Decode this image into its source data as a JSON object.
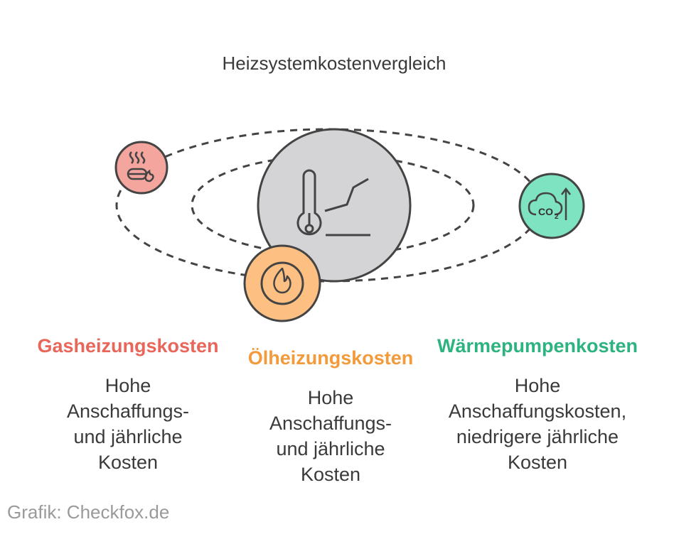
{
  "title": "Heizsystemkostenvergleich",
  "items": [
    {
      "heading": "Gasheizungskosten",
      "lines": [
        "Hohe",
        "Anschaffungs-",
        "und jährliche",
        "Kosten"
      ],
      "color": "#e8675a",
      "icon": "gas-stove-flame-icon"
    },
    {
      "heading": "Ölheizungskosten",
      "lines": [
        "Hohe",
        "Anschaffungs-",
        "und jährliche",
        "Kosten"
      ],
      "color": "#f39a3b",
      "icon": "oil-flame-icon"
    },
    {
      "heading": "Wärmepumpenkosten",
      "lines": [
        "Hohe",
        "Anschaffungskosten,",
        "niedrigere jährliche",
        "Kosten"
      ],
      "color": "#2db37f",
      "icon": "co2-cloud-arrow-icon"
    }
  ],
  "center_icon": "thermometer-graph-icon",
  "credit": "Grafik: Checkfox.de"
}
